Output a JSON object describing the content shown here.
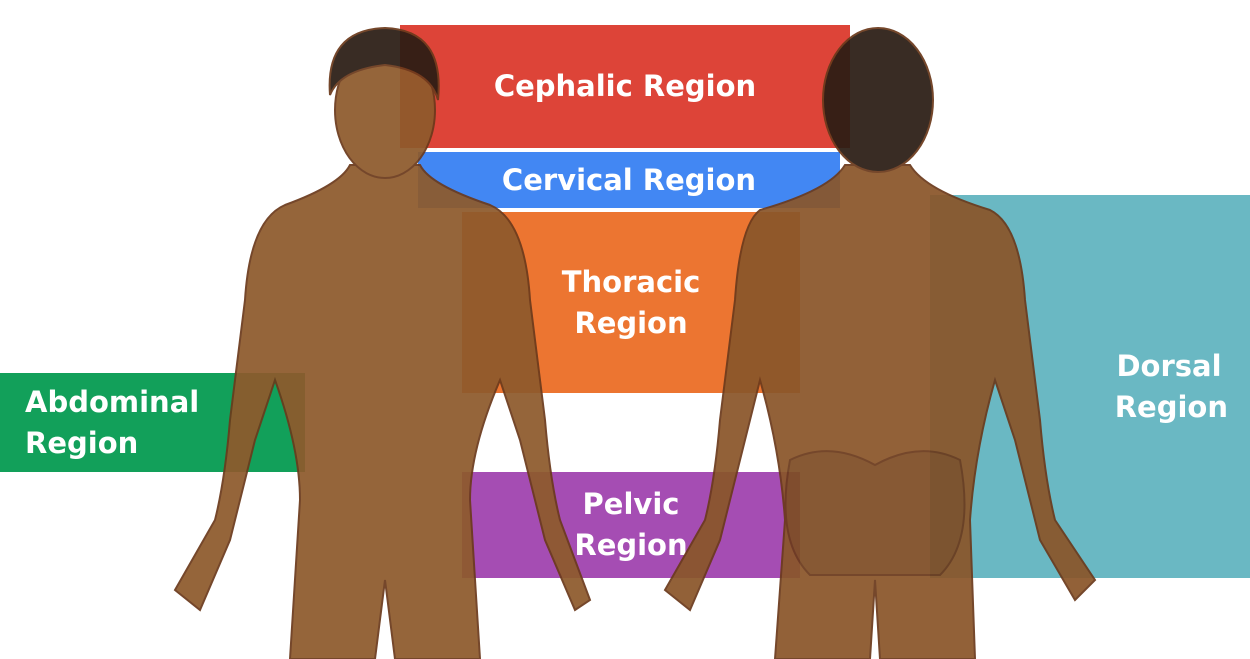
{
  "regions": {
    "cephalic": {
      "label": "Cephalic Region",
      "color": "#dd4438"
    },
    "cervical": {
      "label": "Cervical Region",
      "color": "#4287f3"
    },
    "thoracic": {
      "line1": "Thoracic",
      "line2": "Region",
      "color": "#ec7531"
    },
    "abdominal": {
      "line1": "Abdominal",
      "line2": "Region",
      "color": "#12a05a"
    },
    "pelvic": {
      "line1": "Pelvic",
      "line2": "Region",
      "color": "#a54db3"
    },
    "dorsal": {
      "line1": "Dorsal",
      "line2": "Region",
      "color": "#6ab8c3"
    }
  }
}
